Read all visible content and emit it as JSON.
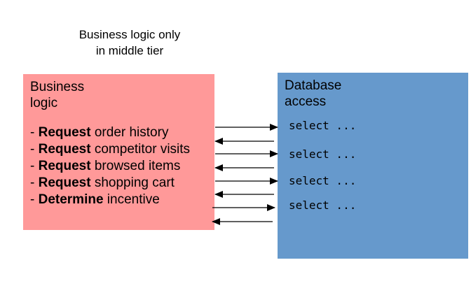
{
  "caption": {
    "line1": "Business logic only",
    "line2": "in middle tier"
  },
  "colors": {
    "business_fill": "#ff9999",
    "database_fill": "#6699cc",
    "arrow": "#000000"
  },
  "business": {
    "title_line1": "Business",
    "title_line2": "logic",
    "steps": [
      {
        "prefix": "- ",
        "verb": "Request",
        "object": " order history"
      },
      {
        "prefix": "- ",
        "verb": "Request",
        "object": " competitor visits"
      },
      {
        "prefix": "- ",
        "verb": "Request",
        "object": " browsed items"
      },
      {
        "prefix": "- ",
        "verb": "Request",
        "object": " shopping cart"
      },
      {
        "prefix": "- ",
        "verb": "Determine",
        "object": " incentive"
      }
    ]
  },
  "database": {
    "title_line1": "Database",
    "title_line2": "access",
    "queries": [
      "select ...",
      "select ...",
      "select ...",
      "select ..."
    ]
  }
}
